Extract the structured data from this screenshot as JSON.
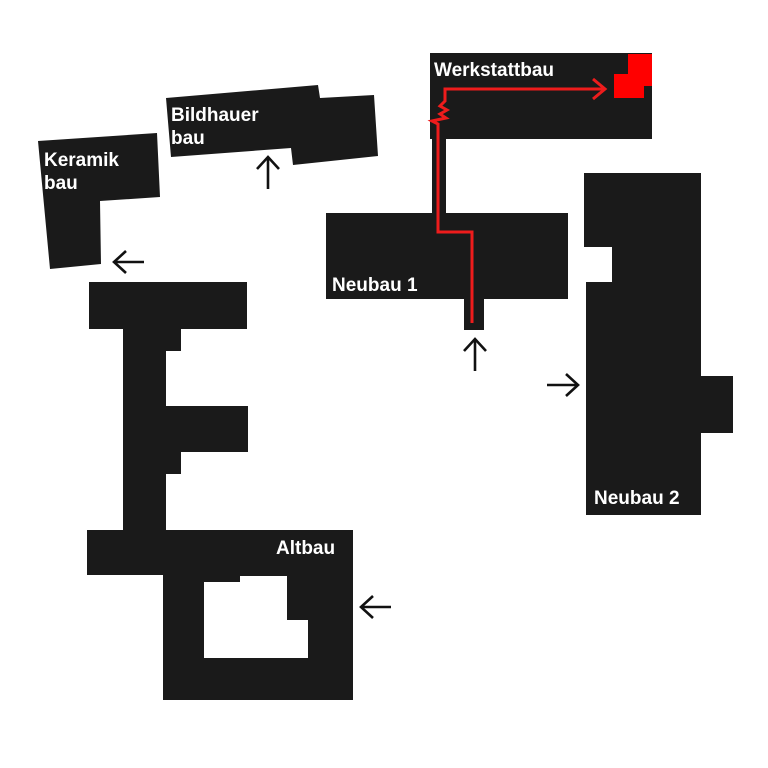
{
  "colors": {
    "background": "#ffffff",
    "building": "#1a1a1a",
    "label": "#ffffff",
    "route": "#ee1c1c",
    "destination": "#ff0000",
    "arrow": "#111111"
  },
  "buildings": {
    "keramikbau": {
      "label_line1": "Keramik",
      "label_line2": "bau"
    },
    "bildhauerbau": {
      "label_line1": "Bildhauer",
      "label_line2": "bau"
    },
    "werkstattbau": {
      "label": "Werkstattbau"
    },
    "neubau1": {
      "label": "Neubau 1"
    },
    "neubau2": {
      "label": "Neubau 2"
    },
    "altbau": {
      "label": "Altbau"
    }
  },
  "entrances": [
    {
      "icon": "arrow-left-icon",
      "building": "Keramikbau"
    },
    {
      "icon": "arrow-up-icon",
      "building": "Bildhauerbau"
    },
    {
      "icon": "arrow-up-icon",
      "building": "Neubau 1"
    },
    {
      "icon": "arrow-right-icon",
      "building": "Neubau 2"
    },
    {
      "icon": "arrow-left-icon",
      "building": "Altbau"
    }
  ],
  "route": {
    "icon": "route-arrow-icon",
    "destination": "Werkstattbau"
  }
}
